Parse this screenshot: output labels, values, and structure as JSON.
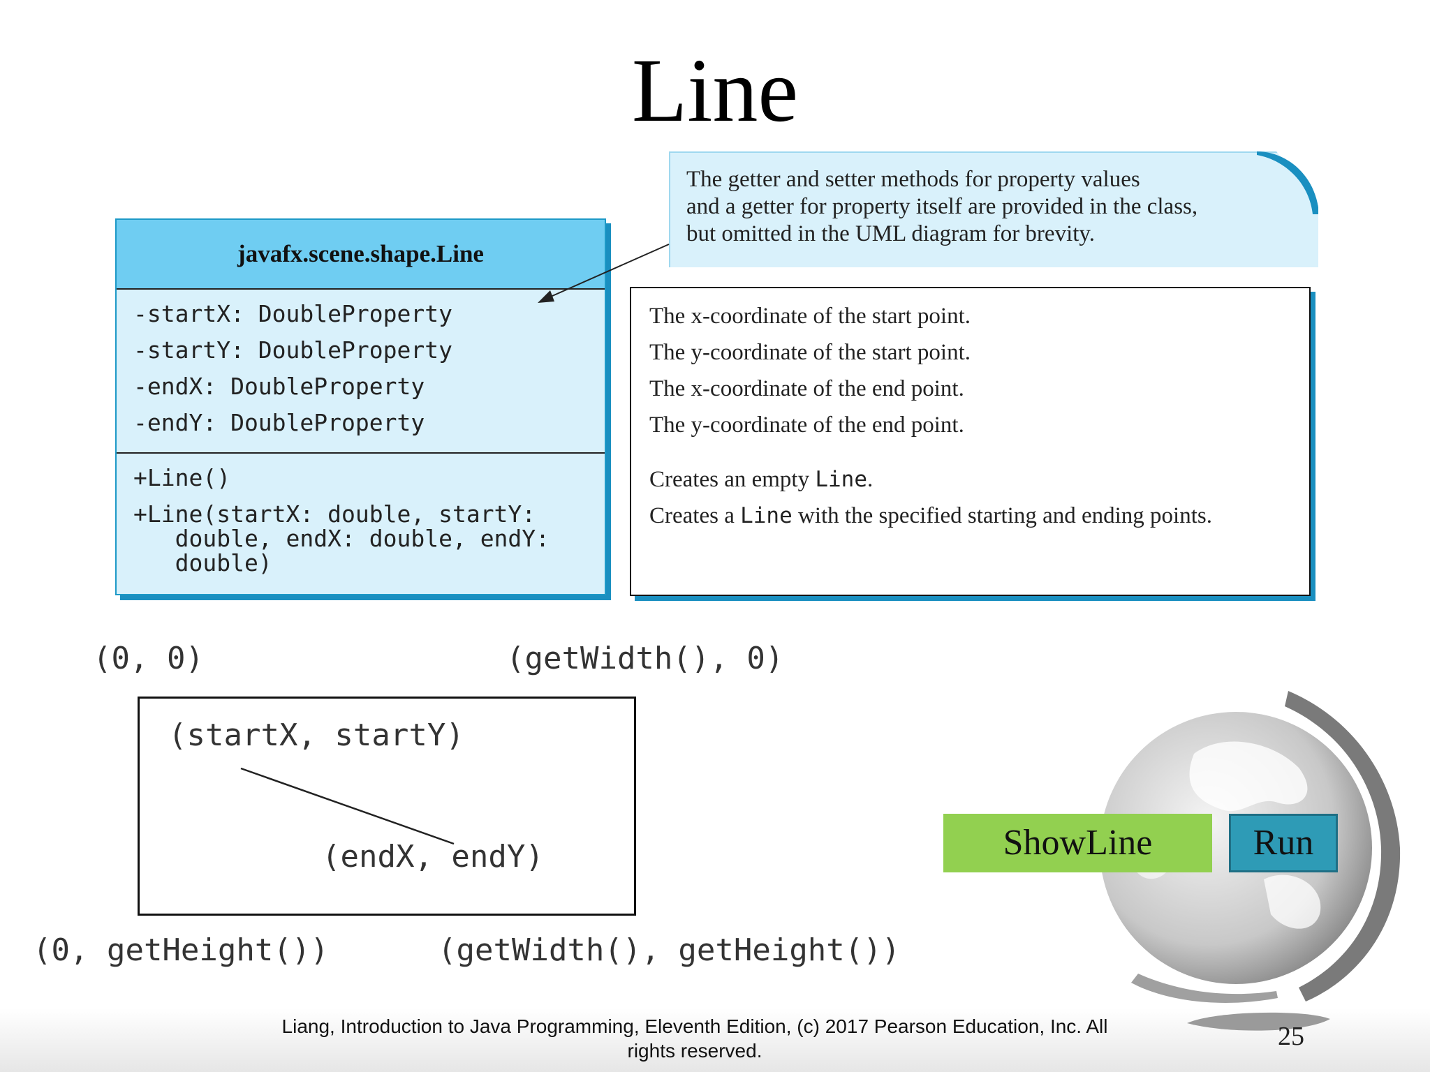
{
  "slide": {
    "title": "Line",
    "page_number": "25"
  },
  "uml": {
    "class_name": "javafx.scene.shape.Line",
    "properties": [
      "-startX: DoubleProperty",
      "-startY: DoubleProperty",
      "-endX: DoubleProperty",
      "-endY: DoubleProperty"
    ],
    "methods": [
      "+Line()",
      "+Line(startX: double, startY:",
      "   double, endX: double, endY:",
      "   double)"
    ]
  },
  "callout": {
    "lines": [
      "The getter and setter methods for property values",
      "and a getter for property itself are provided in the class,",
      "but omitted in the UML diagram for brevity."
    ]
  },
  "descriptions": {
    "props": [
      "The x-coordinate of the start point.",
      "The y-coordinate of the start point.",
      "The x-coordinate of the end point.",
      "The y-coordinate of the end point."
    ],
    "ctor1_prefix": "Creates an empty ",
    "ctor1_code": "Line",
    "ctor1_suffix": ".",
    "ctor2_prefix": "Creates a ",
    "ctor2_code": "Line",
    "ctor2_suffix": " with the specified starting and ending points."
  },
  "diagram": {
    "top_left": "(0, 0)",
    "top_right": "(getWidth(), 0)",
    "start": "(startX, startY)",
    "end": "(endX, endY)",
    "bottom_left": "(0, getHeight())",
    "bottom_right": "(getWidth(), getHeight())"
  },
  "buttons": {
    "showline": "ShowLine",
    "run": "Run"
  },
  "footer": {
    "line1": "Liang, Introduction to Java Programming, Eleventh Edition, (c) 2017 Pearson Education, Inc. All",
    "line2": "rights reserved."
  },
  "colors": {
    "uml_header": "#6fcdf2",
    "uml_body": "#d9f1fb",
    "accent_blue": "#1a8fc0",
    "showline_green": "#92d050",
    "run_teal": "#2e9bb6"
  }
}
